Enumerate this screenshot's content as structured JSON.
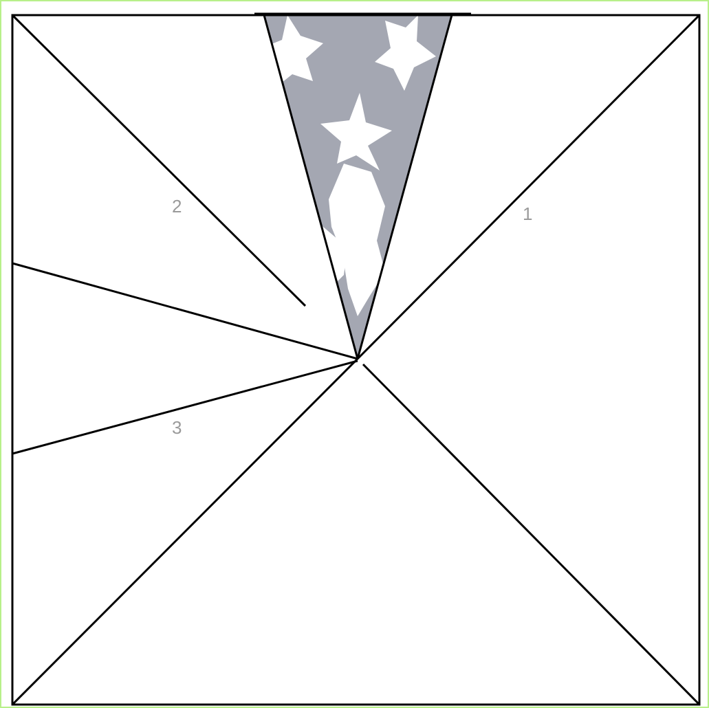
{
  "colors": {
    "frame_border": "#b8f08a",
    "line": "#000000",
    "label": "#9a9a9a",
    "fabric_gray": "#a4a7b2",
    "fabric_star": "#ffffff"
  },
  "fabric": {
    "motif": "star-print"
  },
  "pieces": [
    {
      "id": "1",
      "label": "1"
    },
    {
      "id": "2",
      "label": "2"
    },
    {
      "id": "3",
      "label": "3"
    }
  ]
}
